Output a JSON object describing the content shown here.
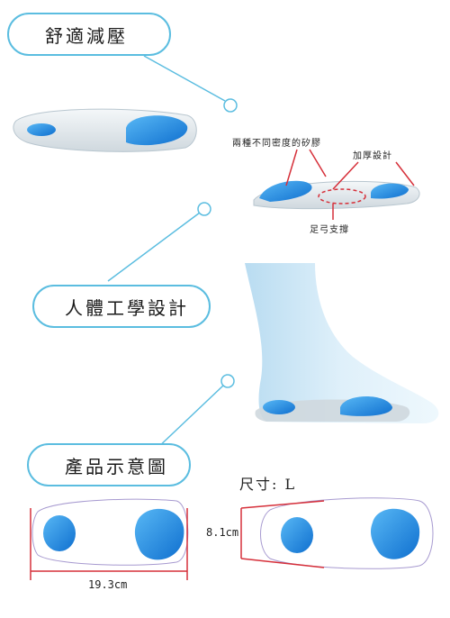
{
  "labels": {
    "comfort": "舒適減壓",
    "ergonomic": "人體工學設計",
    "diagram": "產品示意圖"
  },
  "callouts": {
    "density_gel": "兩種不同密度的矽膠",
    "thickened": "加厚設計",
    "arch_support": "足弓支撐"
  },
  "size": {
    "label": "尺寸: L",
    "width": "8.1cm",
    "length": "19.3cm"
  },
  "colors": {
    "accent": "#5bbde0",
    "gel_blue": "#1f8fe0",
    "dimension_red": "#d6303a"
  }
}
